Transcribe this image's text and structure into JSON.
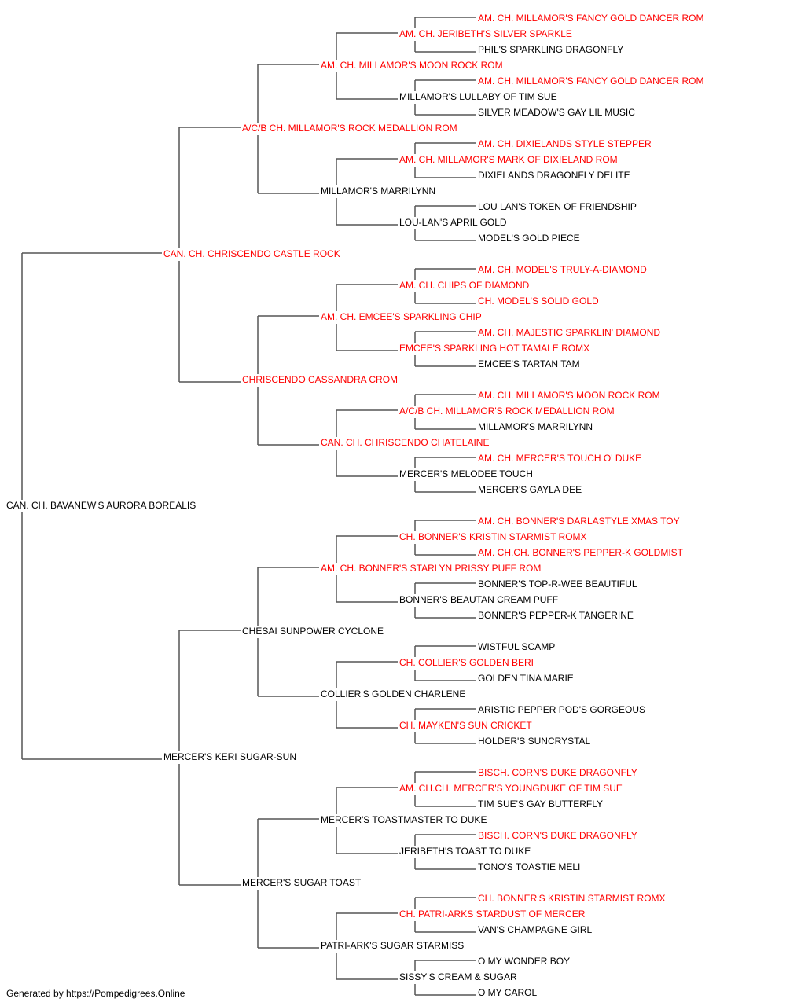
{
  "colors": {
    "champion": "#ff0000",
    "normal": "#000000",
    "line": "#555555"
  },
  "footer": "Generated by https://Pompedigrees.Online",
  "pedigree": {
    "name": "CAN. CH. BAVANEW'S AURORA BOREALIS",
    "champion": false,
    "sire": {
      "name": "CAN. CH. CHRISCENDO CASTLE ROCK",
      "champion": true,
      "sire": {
        "name": "A/C/B CH. MILLAMOR'S ROCK MEDALLION ROM",
        "champion": true,
        "sire": {
          "name": "AM. CH. MILLAMOR'S MOON ROCK ROM",
          "champion": true,
          "sire": {
            "name": "AM. CH. JERIBETH'S SILVER SPARKLE",
            "champion": true,
            "sire": {
              "name": "AM. CH. MILLAMOR'S FANCY GOLD DANCER ROM",
              "champion": true
            },
            "dam": {
              "name": "PHIL'S SPARKLING DRAGONFLY",
              "champion": false
            }
          },
          "dam": {
            "name": "MILLAMOR'S LULLABY OF TIM SUE",
            "champion": false,
            "sire": {
              "name": "AM. CH. MILLAMOR'S FANCY GOLD DANCER ROM",
              "champion": true
            },
            "dam": {
              "name": "SILVER MEADOW'S GAY LIL MUSIC",
              "champion": false
            }
          }
        },
        "dam": {
          "name": "MILLAMOR'S MARRILYNN",
          "champion": false,
          "sire": {
            "name": "AM. CH. MILLAMOR'S MARK OF DIXIELAND ROM",
            "champion": true,
            "sire": {
              "name": "AM. CH. DIXIELANDS STYLE STEPPER",
              "champion": true
            },
            "dam": {
              "name": "DIXIELANDS DRAGONFLY DELITE",
              "champion": false
            }
          },
          "dam": {
            "name": "LOU-LAN'S APRIL GOLD",
            "champion": false,
            "sire": {
              "name": "LOU LAN'S TOKEN OF FRIENDSHIP",
              "champion": false
            },
            "dam": {
              "name": "MODEL'S GOLD PIECE",
              "champion": false
            }
          }
        }
      },
      "dam": {
        "name": "CHRISCENDO CASSANDRA CROM",
        "champion": true,
        "sire": {
          "name": "AM. CH. EMCEE'S SPARKLING CHIP",
          "champion": true,
          "sire": {
            "name": "AM. CH. CHIPS OF DIAMOND",
            "champion": true,
            "sire": {
              "name": "AM. CH. MODEL'S TRULY-A-DIAMOND",
              "champion": true
            },
            "dam": {
              "name": "CH. MODEL'S SOLID GOLD",
              "champion": true
            }
          },
          "dam": {
            "name": "EMCEE'S SPARKLING HOT TAMALE ROMX",
            "champion": true,
            "sire": {
              "name": "AM. CH. MAJESTIC SPARKLIN' DIAMOND",
              "champion": true
            },
            "dam": {
              "name": "EMCEE'S TARTAN TAM",
              "champion": false
            }
          }
        },
        "dam": {
          "name": "CAN. CH. CHRISCENDO CHATELAINE",
          "champion": true,
          "sire": {
            "name": "A/C/B CH. MILLAMOR'S ROCK MEDALLION ROM",
            "champion": true,
            "sire": {
              "name": "AM. CH. MILLAMOR'S MOON ROCK ROM",
              "champion": true
            },
            "dam": {
              "name": "MILLAMOR'S MARRILYNN",
              "champion": false
            }
          },
          "dam": {
            "name": "MERCER'S MELODEE TOUCH",
            "champion": false,
            "sire": {
              "name": "AM. CH. MERCER'S TOUCH O' DUKE",
              "champion": true
            },
            "dam": {
              "name": "MERCER'S GAYLA DEE",
              "champion": false
            }
          }
        }
      }
    },
    "dam": {
      "name": "MERCER'S KERI SUGAR-SUN",
      "champion": false,
      "sire": {
        "name": "CHESAI SUNPOWER CYCLONE",
        "champion": false,
        "sire": {
          "name": "AM. CH. BONNER'S STARLYN PRISSY PUFF ROM",
          "champion": true,
          "sire": {
            "name": "CH. BONNER'S KRISTIN STARMIST ROMX",
            "champion": true,
            "sire": {
              "name": "AM. CH. BONNER'S DARLASTYLE XMAS TOY",
              "champion": true
            },
            "dam": {
              "name": "AM. CH.CH. BONNER'S PEPPER-K GOLDMIST",
              "champion": true
            }
          },
          "dam": {
            "name": "BONNER'S BEAUTAN CREAM PUFF",
            "champion": false,
            "sire": {
              "name": "BONNER'S TOP-R-WEE BEAUTIFUL",
              "champion": false
            },
            "dam": {
              "name": "BONNER'S PEPPER-K TANGERINE",
              "champion": false
            }
          }
        },
        "dam": {
          "name": "COLLIER'S GOLDEN CHARLENE",
          "champion": false,
          "sire": {
            "name": "CH. COLLIER'S GOLDEN BERI",
            "champion": true,
            "sire": {
              "name": "WISTFUL SCAMP",
              "champion": false
            },
            "dam": {
              "name": "GOLDEN TINA MARIE",
              "champion": false
            }
          },
          "dam": {
            "name": "CH. MAYKEN'S SUN CRICKET",
            "champion": true,
            "sire": {
              "name": "ARISTIC PEPPER POD'S GORGEOUS",
              "champion": false
            },
            "dam": {
              "name": "HOLDER'S SUNCRYSTAL",
              "champion": false
            }
          }
        }
      },
      "dam": {
        "name": "MERCER'S SUGAR TOAST",
        "champion": false,
        "sire": {
          "name": "MERCER'S TOASTMASTER TO DUKE",
          "champion": false,
          "sire": {
            "name": "AM. CH.CH. MERCER'S YOUNGDUKE OF TIM SUE",
            "champion": true,
            "sire": {
              "name": "BISCH. CORN'S DUKE DRAGONFLY",
              "champion": true
            },
            "dam": {
              "name": "TIM SUE'S GAY BUTTERFLY",
              "champion": false
            }
          },
          "dam": {
            "name": "JERIBETH'S TOAST TO DUKE",
            "champion": false,
            "sire": {
              "name": "BISCH. CORN'S DUKE DRAGONFLY",
              "champion": true
            },
            "dam": {
              "name": "TONO'S TOASTIE MELI",
              "champion": false
            }
          }
        },
        "dam": {
          "name": "PATRI-ARK'S SUGAR STARMISS",
          "champion": false,
          "sire": {
            "name": "CH. PATRI-ARKS STARDUST OF MERCER",
            "champion": true,
            "sire": {
              "name": "CH. BONNER'S KRISTIN STARMIST ROMX",
              "champion": true
            },
            "dam": {
              "name": "VAN'S CHAMPAGNE GIRL",
              "champion": false
            }
          },
          "dam": {
            "name": "SISSY'S CREAM & SUGAR",
            "champion": false,
            "sire": {
              "name": "O MY WONDER BOY",
              "champion": false
            },
            "dam": {
              "name": "O MY CAROL",
              "champion": false
            }
          }
        }
      }
    }
  }
}
